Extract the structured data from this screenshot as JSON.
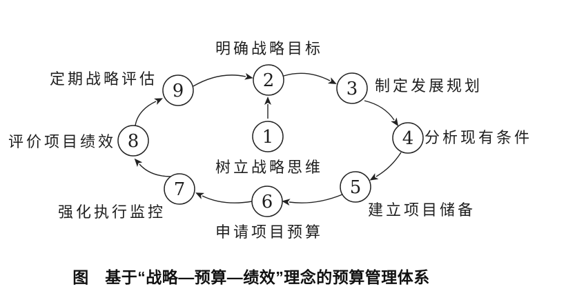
{
  "figure": {
    "type": "cycle-diagram",
    "caption": "图　基于“战略—预算—绩效”理念的预算管理体系",
    "nodes": [
      {
        "number": "1",
        "label": "树立战略思维"
      },
      {
        "number": "2",
        "label": "明确战略目标"
      },
      {
        "number": "3",
        "label": "制定发展规划"
      },
      {
        "number": "4",
        "label": "分析现有条件"
      },
      {
        "number": "5",
        "label": "建立项目储备"
      },
      {
        "number": "6",
        "label": "申请项目预算"
      },
      {
        "number": "7",
        "label": "强化执行监控"
      },
      {
        "number": "8",
        "label": "评价项目绩效"
      },
      {
        "number": "9",
        "label": "定期战略评估"
      }
    ],
    "edges": [
      "1→2",
      "2→3",
      "3→4",
      "4→5",
      "5→6",
      "6→7",
      "7→8",
      "8→9",
      "9→2"
    ],
    "colors": {
      "ink": "#222222",
      "background": "#ffffff"
    }
  }
}
